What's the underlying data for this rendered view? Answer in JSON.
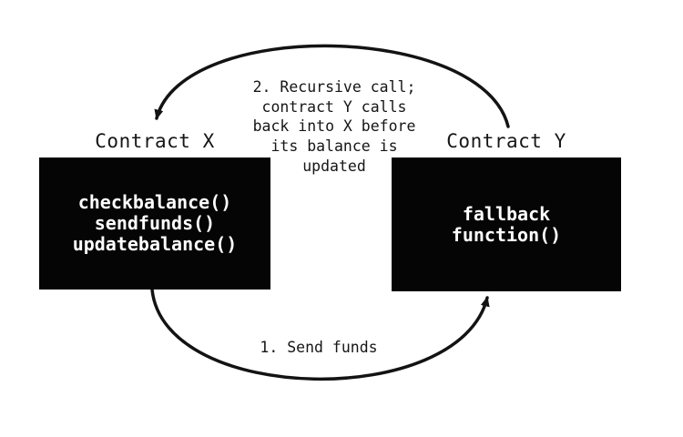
{
  "diagram": {
    "title_hint": "Smart contract reentrancy flow",
    "contract_x": {
      "label": "Contract X",
      "functions": [
        "checkbalance()",
        "sendfunds()",
        "updatebalance()"
      ]
    },
    "contract_y": {
      "label": "Contract Y",
      "functions": [
        "fallback",
        "function()"
      ]
    },
    "arrows": {
      "send_funds_label": "1. Send funds",
      "recursive_call_label": [
        "2. Recursive call;",
        "contract Y calls",
        "back into X before",
        "its balance is",
        "updated"
      ]
    },
    "colors": {
      "background": "#ffffff",
      "box_fill": "#050505",
      "box_text": "#ffffff",
      "line": "#131313",
      "text": "#161616"
    }
  }
}
